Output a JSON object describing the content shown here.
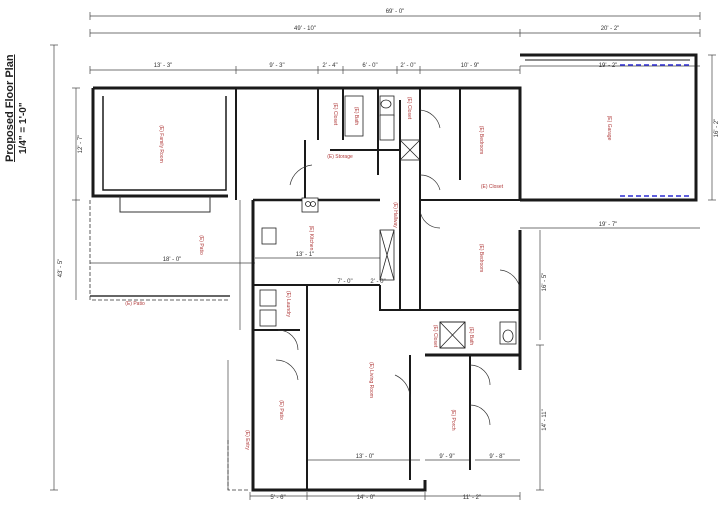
{
  "title": {
    "name": "Proposed Floor Plan",
    "scale": "1/4\" = 1'-0\""
  },
  "dimensions": {
    "overall_width": "69' - 0\"",
    "house_width": "49' - 10\"",
    "garage_width": "20' - 2\"",
    "top_segments": [
      "13' - 3\"",
      "9' - 3\"",
      "2' - 4\"",
      "6' - 0\"",
      "2' - 0\"",
      "10' - 9\""
    ],
    "garage_inner_top": "19' - 2\"",
    "garage_inner_bottom": "19' - 7\"",
    "garage_depth": "16' - 2\"",
    "overall_depth": "43' - 5\"",
    "left_upper": "12' - 7\"",
    "bottom_segments": [
      "5' - 6\"",
      "14' - 0\"",
      "11' - 2\""
    ],
    "right_lower": "14' - 11\"",
    "right_mid": "16' - 5\"",
    "living_width": "13' - 0\"",
    "bath2_width": "9' - 9\"",
    "bed2_width": "9' - 8\"",
    "patio_width": "18' - 0\"",
    "kitchen_width": "13' - 1\"",
    "hall_width": "7' - 0\"",
    "hall2_width": "2' - 0\""
  },
  "rooms": {
    "family_room": "(E) Family Room",
    "garage": "(E) Garage",
    "bedroom_1": "(E) Bedroom",
    "bedroom_2": "(E) Bedroom",
    "kitchen": "(E) Kitchen",
    "living_room": "(E) Living Room",
    "patio_1": "(E) Patio",
    "patio_2": "(E) Patio",
    "porch": "(E) Porch",
    "laundry": "(E) Laundry",
    "storage": "(E) Storage",
    "closet_1": "(E) Closet",
    "closet_2": "(E) Closet",
    "closet_3": "(E) Closet",
    "closet_4": "(E) Closet",
    "bath_1": "(E) Bath",
    "bath_2": "(E) Bath",
    "hallway": "(E) Hallway",
    "entry": "(E) Entry",
    "patio_3": "(E) Patio"
  },
  "colors": {
    "wall": "#1a1a1a",
    "room_label": "#b03a3a",
    "dimension": "#333333",
    "garage_door": "#2a2ad0"
  }
}
